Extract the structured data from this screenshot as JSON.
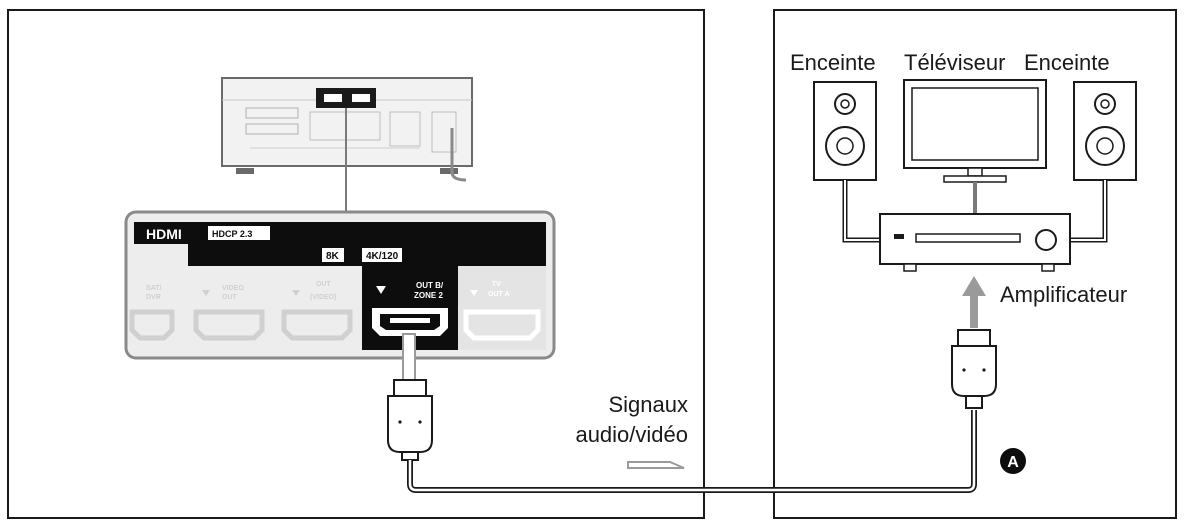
{
  "labels": {
    "speaker_left": "Enceinte",
    "tv": "Téléviseur",
    "speaker_right": "Enceinte",
    "amplifier": "Amplificateur",
    "signals_line1": "Signaux",
    "signals_line2": "audio/vidéo",
    "callout_a": "A"
  },
  "panel": {
    "hdmi": "HDMI",
    "hdcp": "HDCP 2.3",
    "badge_8k": "8K",
    "badge_4k120": "4K/120",
    "out_port_line1": "OUT B/",
    "out_port_line2": "ZONE 2",
    "faded_port_1_line1": "SAT/",
    "faded_port_1_line2": "DVR",
    "faded_port_2_line1": "VIDEO",
    "faded_port_2_line2": "OUT",
    "faded_port_3_line1": "OUT",
    "faded_port_3_line2": "(VIDEO)",
    "faded_port_5_line1": "TV",
    "faded_port_5_line2": "OUT A"
  },
  "colors": {
    "line": "#1a1a1a",
    "gray_line": "#7a7a7a",
    "arrow": "#9a9a9a",
    "panel_bg": "#0d0d0d",
    "faded_port": "#d8d8d8",
    "panel_border": "#8a8a8a"
  }
}
